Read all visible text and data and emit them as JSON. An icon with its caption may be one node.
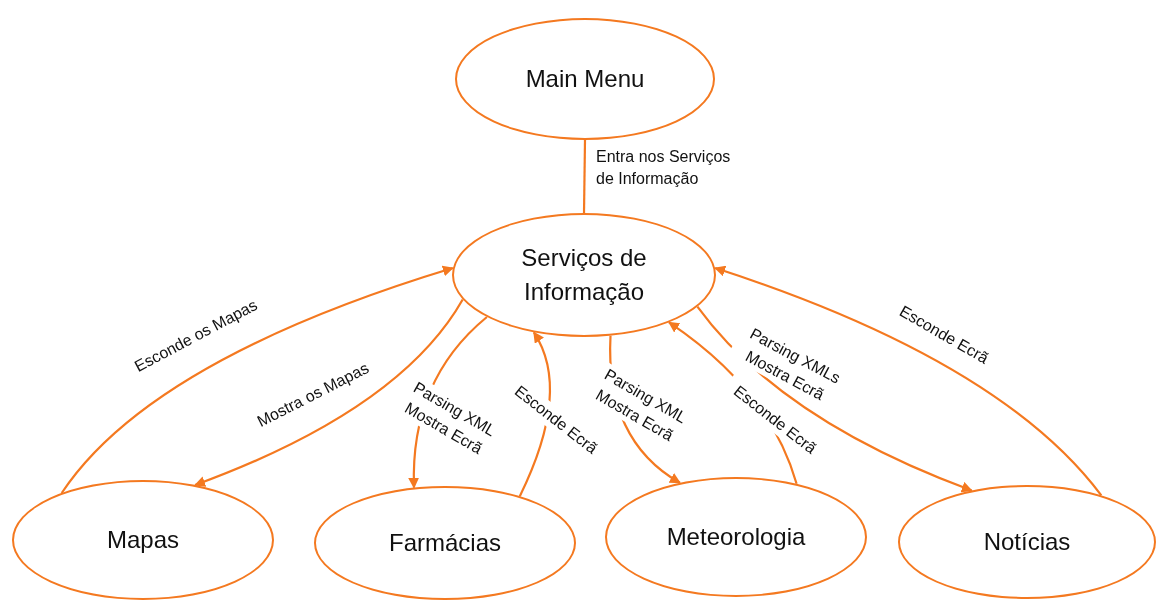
{
  "diagram": {
    "nodes": [
      {
        "text": [
          "Main Menu"
        ]
      },
      {
        "text": [
          "Serviços de Informação"
        ]
      },
      {
        "text": [
          "Mapas"
        ]
      },
      {
        "text": [
          "Farmácias"
        ]
      },
      {
        "text": [
          "Meteorologia"
        ]
      },
      {
        "text": [
          "Notícias"
        ]
      }
    ],
    "edges": [
      {
        "from": 0,
        "to": 1,
        "arrow": "none",
        "label": "Entra nos Serviços de Informação"
      },
      {
        "from": 1,
        "to": 2,
        "arrow": "to",
        "label": "Mostra os Mapas"
      },
      {
        "from": 2,
        "to": 1,
        "arrow": "to",
        "label": "Esconde os Mapas"
      },
      {
        "from": 1,
        "to": 3,
        "arrow": "to",
        "label": "Parsing XML Mostra Ecrã"
      },
      {
        "from": 3,
        "to": 1,
        "arrow": "to",
        "label": "Esconde Ecrã"
      },
      {
        "from": 1,
        "to": 4,
        "arrow": "to",
        "label": "Parsing XML Mostra Ecrã"
      },
      {
        "from": 4,
        "to": 1,
        "arrow": "to",
        "label": "Esconde Ecrã"
      },
      {
        "from": 1,
        "to": 5,
        "arrow": "to",
        "label": "Parsing XMLs Mostra Ecrã"
      },
      {
        "from": 5,
        "to": 1,
        "arrow": "to",
        "label": "Esconde Ecrã"
      }
    ]
  }
}
